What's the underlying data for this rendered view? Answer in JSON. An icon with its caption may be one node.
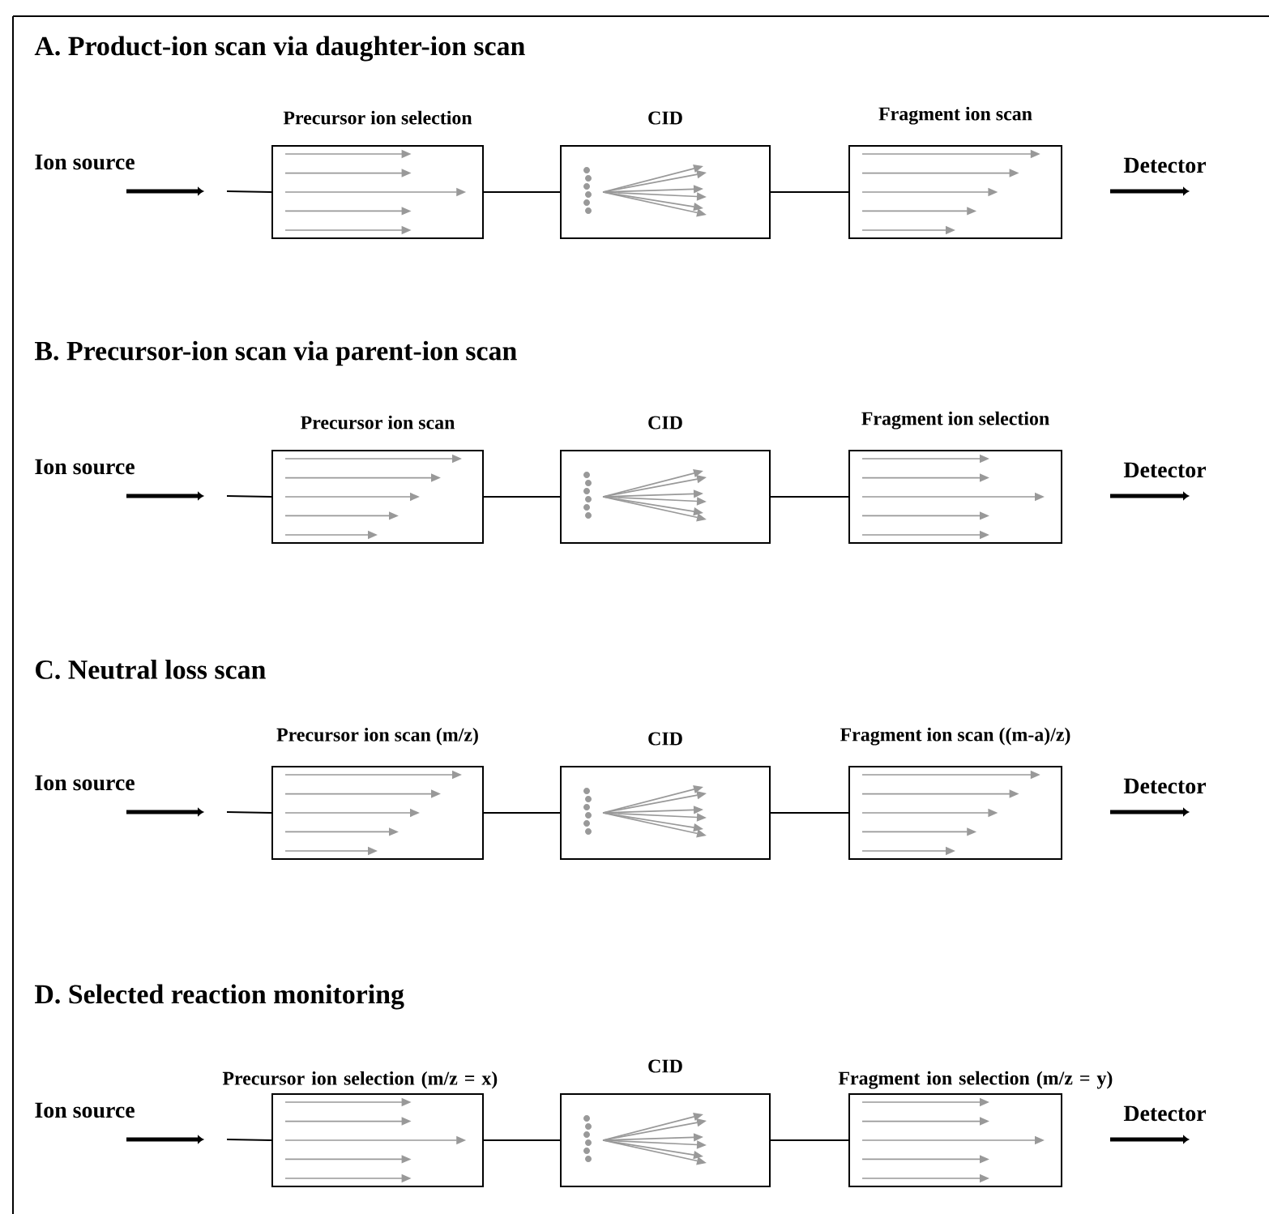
{
  "diagram": {
    "nodes": [
      {
        "text": [
          "Precursor ion selection"
        ]
      },
      {
        "text": [
          "CID"
        ]
      },
      {
        "text": [
          "Fragment ion scan"
        ]
      },
      {
        "text": [
          "Precursor ion scan"
        ]
      },
      {
        "text": [
          "CID"
        ]
      },
      {
        "text": [
          "Fragment ion selection"
        ]
      },
      {
        "text": [
          "Precursor ion scan (m/z)"
        ]
      },
      {
        "text": [
          "CID"
        ]
      },
      {
        "text": [
          "Fragment ion scan ((m-a)/z)"
        ]
      },
      {
        "text": [
          "Precursor ion selection (m/z = x)"
        ]
      },
      {
        "text": [
          "CID"
        ]
      },
      {
        "text": [
          "Fragment ion selection (m/z = y)"
        ]
      }
    ],
    "edges": [
      {
        "from": null,
        "to": 0,
        "arrow": "none"
      },
      {
        "from": 0,
        "to": 1,
        "arrow": "none"
      },
      {
        "from": 1,
        "to": 2,
        "arrow": "none"
      },
      {
        "from": null,
        "to": 3,
        "arrow": "none"
      },
      {
        "from": 3,
        "to": 4,
        "arrow": "none"
      },
      {
        "from": 4,
        "to": 5,
        "arrow": "none"
      },
      {
        "from": null,
        "to": 6,
        "arrow": "none"
      },
      {
        "from": 6,
        "to": 7,
        "arrow": "none"
      },
      {
        "from": 7,
        "to": 8,
        "arrow": "none"
      },
      {
        "from": null,
        "to": 9,
        "arrow": "none"
      },
      {
        "from": 9,
        "to": 10,
        "arrow": "none"
      },
      {
        "from": 10,
        "to": 11,
        "arrow": "none"
      }
    ],
    "labels": [
      "A. Product-ion scan via daughter-ion scan",
      "Ion source",
      "Detector",
      "B. Precursor-ion scan via parent-ion scan",
      "Ion source",
      "Detector",
      "C. Neutral loss scan",
      "Ion source",
      "Detector",
      "D. Selected reaction monitoring",
      "Ion source",
      "Detector"
    ]
  }
}
